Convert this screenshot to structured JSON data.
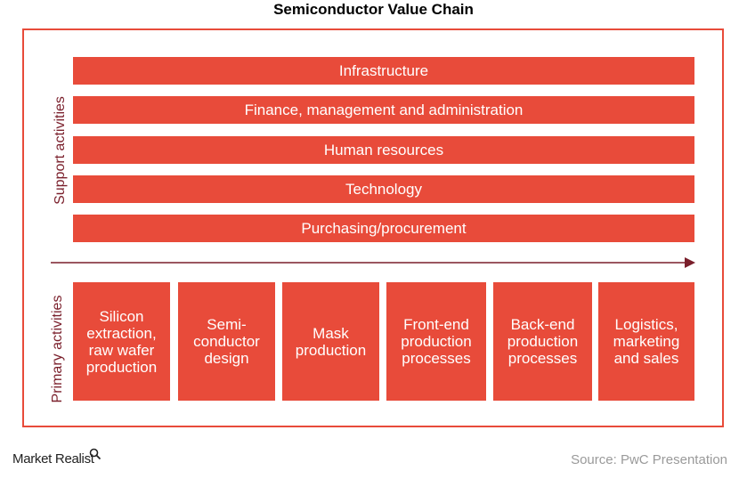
{
  "title": "Semiconductor Value Chain",
  "support_label": "Support activities",
  "primary_label": "Primary activities",
  "support_activities": [
    "Infrastructure",
    "Finance, management and administration",
    "Human resources",
    "Technology",
    "Purchasing/procurement"
  ],
  "primary_activities": [
    "Silicon\nextraction,\nraw wafer\nproduction",
    "Semi-\nconductor\ndesign",
    "Mask\nproduction",
    "Front-end\nproduction\nprocesses",
    "Back-end\nproduction\nprocesses",
    "Logistics,\nmarketing\nand sales"
  ],
  "brand": "Market Realist",
  "source": "Source:  PwC Presentation",
  "colors": {
    "accent": "#e84b3a",
    "label": "#7a1f2b",
    "source": "#9a9a9a"
  }
}
